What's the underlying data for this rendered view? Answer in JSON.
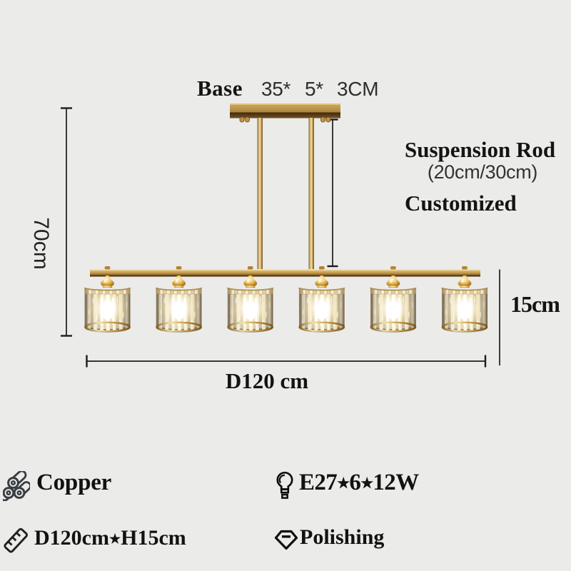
{
  "product": {
    "lamp_count": 6
  },
  "annotations": {
    "base_label": "Base",
    "base_dims": [
      "35*",
      "5*",
      "3CM"
    ],
    "height_label": "70cm",
    "suspension_title": "Suspension Rod",
    "suspension_range": "(20cm/30cm)",
    "suspension_note": "Customized",
    "shade_height_label": "15cm",
    "width_label": "D120 cm"
  },
  "specs": [
    {
      "icon": "copper-pipes-icon",
      "label": "Copper"
    },
    {
      "icon": "bulb-icon",
      "label": "E27★6★12W"
    },
    {
      "icon": "ruler-icon",
      "label": "D120cm★H15cm"
    },
    {
      "icon": "diamond-icon",
      "label": "Polishing"
    }
  ],
  "colors": {
    "background": "#ebebe9",
    "brass": "#c29a4e",
    "brass_dark": "#5a3a10",
    "ink": "#141414"
  }
}
